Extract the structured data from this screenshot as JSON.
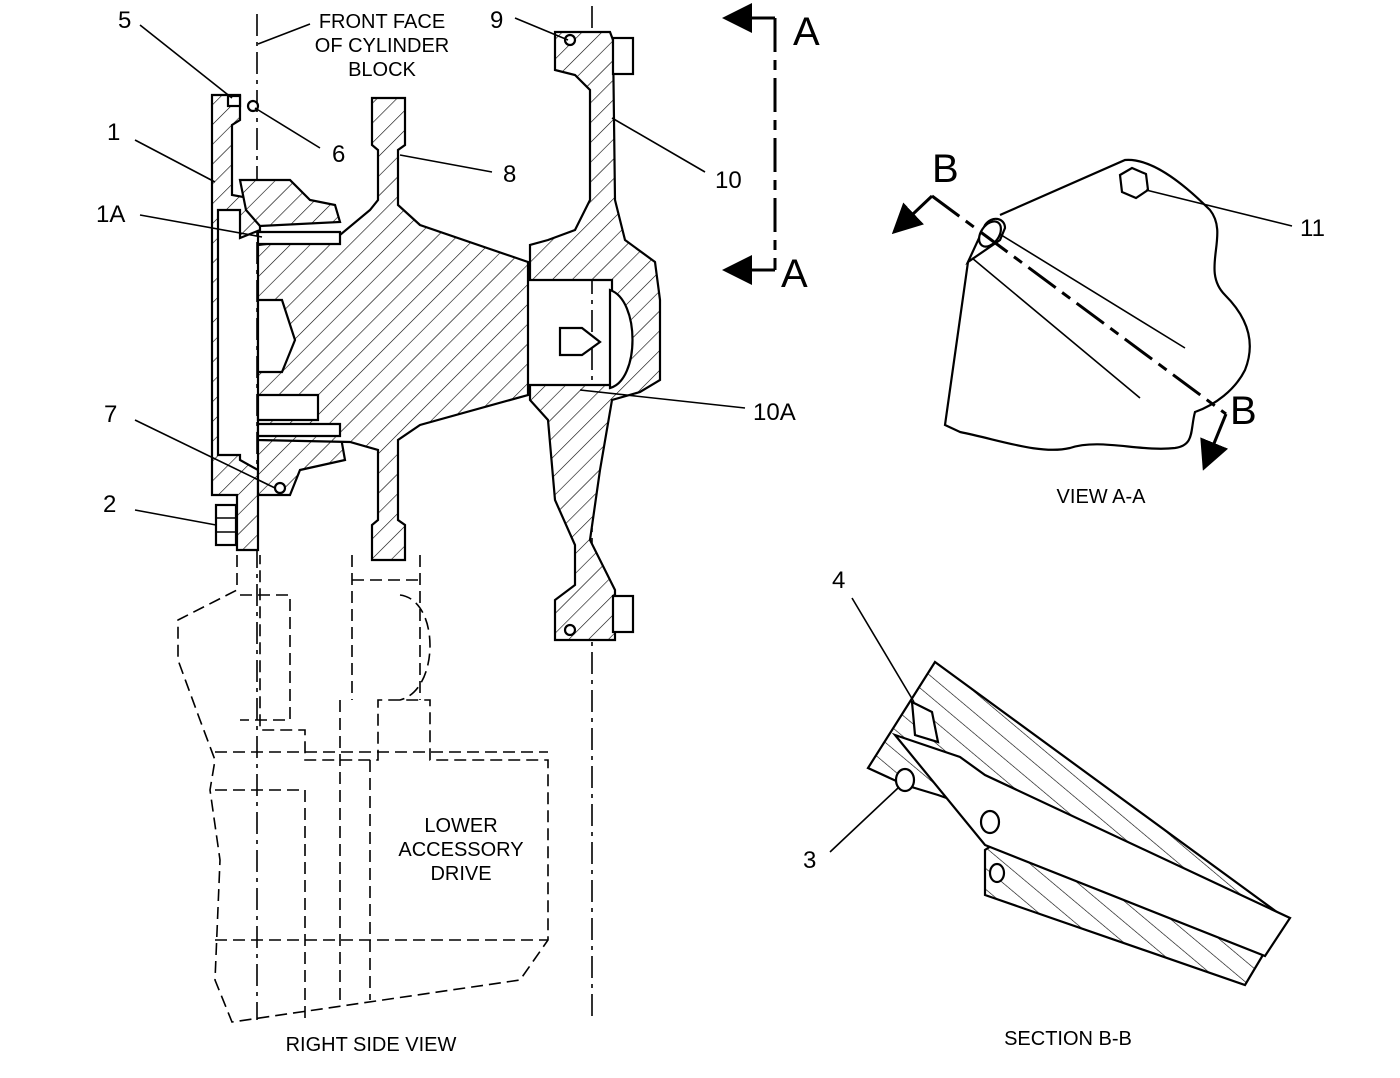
{
  "callouts": {
    "c1": "1",
    "c1a": "1A",
    "c2": "2",
    "c3": "3",
    "c4": "4",
    "c5": "5",
    "c6": "6",
    "c7": "7",
    "c8": "8",
    "c9": "9",
    "c10": "10",
    "c10a": "10A",
    "c11": "11"
  },
  "labels": {
    "front_face_line1": "FRONT FACE",
    "front_face_line2": "OF CYLINDER",
    "front_face_line3": "BLOCK",
    "lower_acc_line1": "LOWER",
    "lower_acc_line2": "ACCESSORY",
    "lower_acc_line3": "DRIVE"
  },
  "section_markers": {
    "a_top": "A",
    "a_bottom": "A",
    "b_top": "B",
    "b_bottom": "B"
  },
  "captions": {
    "right_side_view": "RIGHT SIDE VIEW",
    "view_a_a": "VIEW A-A",
    "section_b_b": "SECTION B-B"
  }
}
